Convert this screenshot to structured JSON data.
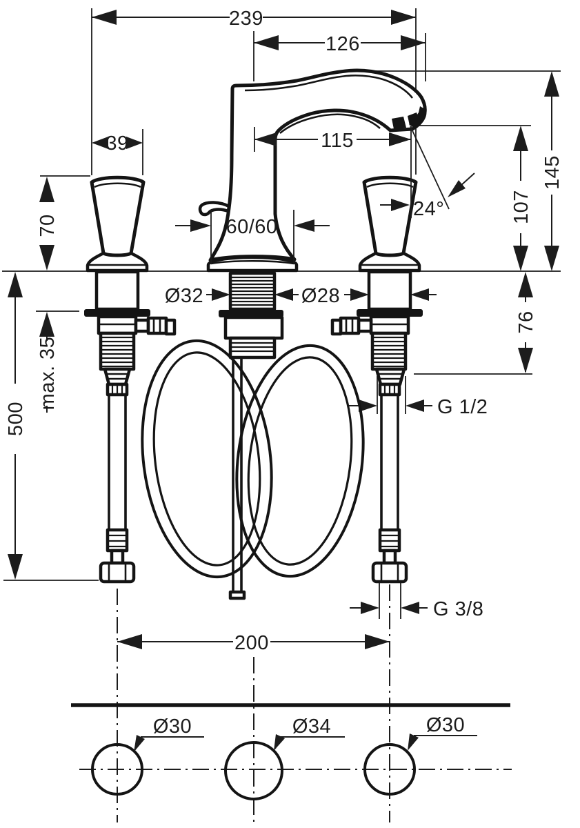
{
  "drawing": {
    "type": "faucet-installation-dimension-drawing",
    "colors": {
      "line": "#1c1c1c",
      "background": "#ffffff"
    },
    "labels": {
      "overall_width": "239",
      "spout_projection": "126",
      "spout_outlet_reach": "115",
      "handle_width": "39",
      "handle_height": "70",
      "spout_base": "60/60",
      "spray_angle": "24°",
      "dia_center_shank": "Ø32",
      "dia_handle_shank": "Ø28",
      "height_spout_top": "145",
      "height_outlet": "107",
      "depth_below_deck": "76",
      "deck_thickness_max": "max. 35",
      "hose_length": "500",
      "thread_supply": "G 1/2",
      "thread_hose": "G 3/8",
      "hole_spacing": "200",
      "hole_left_dia": "Ø30",
      "hole_center_dia": "Ø34",
      "hole_right_dia": "Ø30"
    }
  }
}
